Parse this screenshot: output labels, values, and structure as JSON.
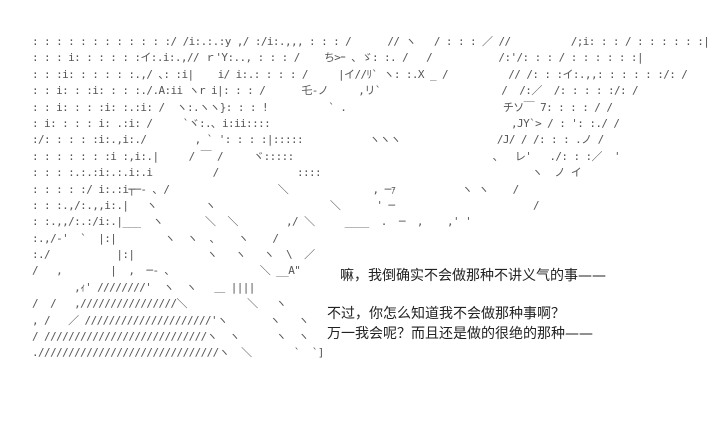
{
  "ascii_art": {
    "lines": [
      ": : : : : : : : : : : :/ /i:.:.:y ,/ :/i:.,,, : : : /      // ヽ   / : : : ／ //          /;i: : : / : : : : : :|",
      ": : : i: : : : : :イ:.i:.,// ｒ'Y:.., : : : /    ち>ｰ 、ゞ: :. /   /           /:'/: : : / : : : : : :|",
      ": : :i: : : : : :.,/ ､: :i|    i/ i:.: : : : /     |イ//ﾘ` ヽ: :.X _ /          // /: : :イ:.,,: : : : : :/: /",
      ": : i: : :i: : : :./.A:ii ヽr i|: : : /      乇-ノ     ,リ`                    /  /:／  /: : : : :/: /",
      ": : i: : : :i: :.:i: /  ヽ:.ヽヽ}: : : !          ` .                          チソ￣ 7: : : : / /",
      ": i: : : : i: .:i: /     `ヾ:.､ i:ii::::                                        ,JY`> / : ': :./ /",
      ":/: : : : :i:.,i:./        , ` ': : : :|:::::           ヽヽヽ                /J/ / /: : : .ノ /",
      ": : : : : : :i :,i:.|     / ￣ /     ヾ:::::                                 、  レ'   ./: : :／  '",
      ": : : :.:.:i:.:.i:.i          /             ::::                                   ヽ  ノ イ",
      ": : : : :/ i:.:i┬─- ､ /                  ＼              , ─ｧ           ヽ ヽ    /",
      ": : :.,/:.,,i:.|   ヽ        ヽ                   ＼      ' ─                       /",
      ": :.,,/:.:/i:.|___  ヽ       ＼  ＼        ,/ ＼     ____  .  ─  ,    ,' '",
      ":.,/-'  `  |:|        ヽ  ヽ  、   ヽ    /",
      ":./           |:|            ヽ   ヽ   ヽ  \\  ／",
      "/   ,        |  ,  ─- ､               ＼ __A\"",
      "       ,ｨ' ////////'  ヽ  ヽ   ＿ ||||",
      "/  /   ,////////////////＼          ＼   ヽ",
      ", /   ／ /////////////////////'ヽ       ヽ   ヽ",
      "/ ///////////////////////////ヽ  ヽ      ヽ  ヽ",
      ".//////////////////////////////ヽ  ＼       `  `]"
    ]
  },
  "dialog": {
    "line1": "嘛，我倒确实不会做那种不讲义气的事——",
    "line2": "不过，你怎么知道我不会做那种事啊？",
    "line3": "万一我会呢？而且还是做的很绝的那种——"
  }
}
